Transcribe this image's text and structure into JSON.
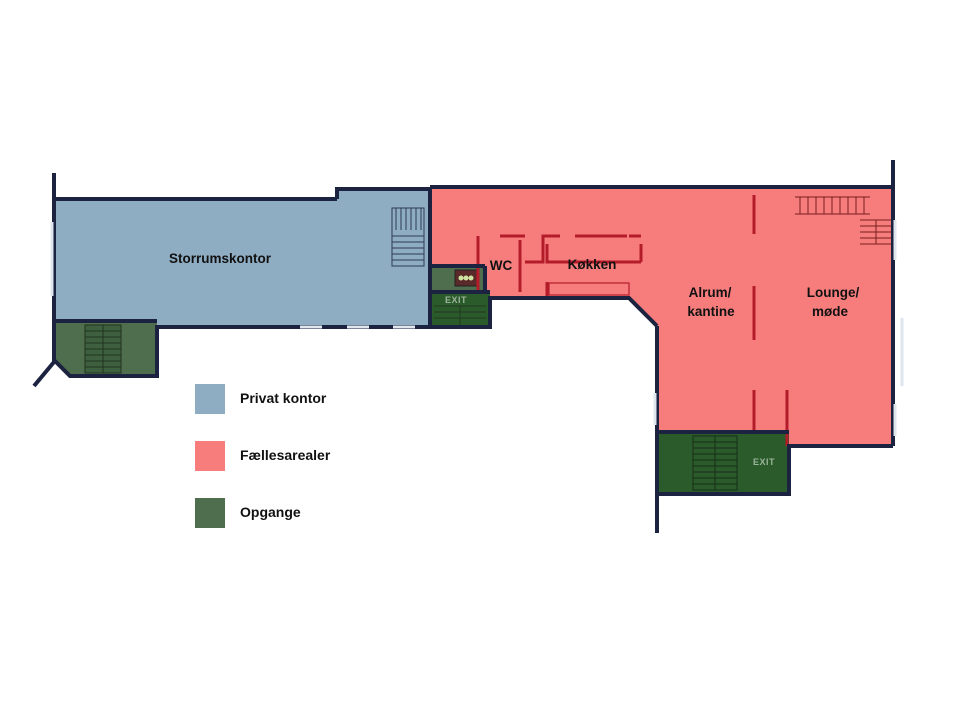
{
  "colors": {
    "private": "#8fadc2",
    "common": "#f77d7d",
    "stairs": "#4e6e4e",
    "stairs_dark": "#2b5a2b",
    "wall": "#1b2340",
    "exit_text": "#9bb59b"
  },
  "rooms": {
    "storrum": "Storrumskontor",
    "wc": "WC",
    "kokken": "Køkken",
    "alrum_line1": "Alrum/",
    "alrum_line2": "kantine",
    "lounge_line1": "Lounge/",
    "lounge_line2": "møde"
  },
  "exits": {
    "middle": "EXIT",
    "bottom": "EXIT"
  },
  "legend": [
    {
      "label": "Privat kontor",
      "color": "#8fadc2"
    },
    {
      "label": "Fællesarealer",
      "color": "#f77d7d"
    },
    {
      "label": "Opgange",
      "color": "#4e6e4e"
    }
  ]
}
